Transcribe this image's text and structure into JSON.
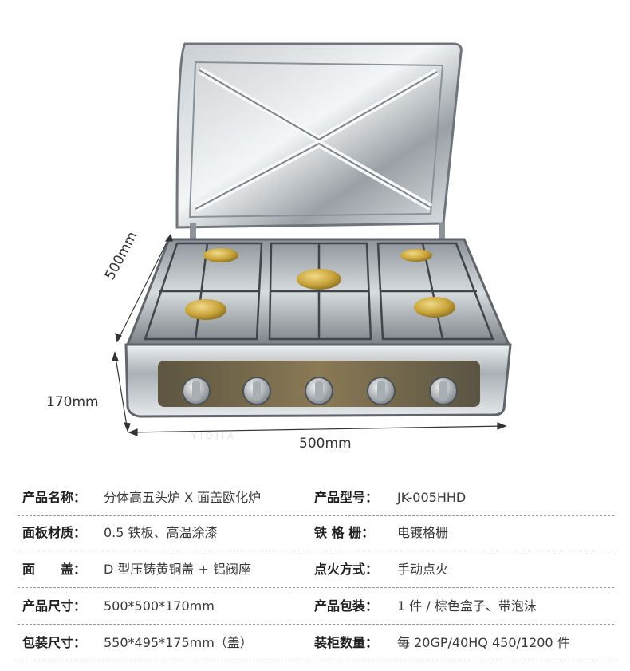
{
  "dimensions": {
    "depth": "500mm",
    "height": "170mm",
    "width": "500mm"
  },
  "watermark": "YIOJIA",
  "specs": [
    {
      "label_left": "产品名称：",
      "value_left": "分体高五头炉 X 面盖欧化炉",
      "label_right": "产品型号：",
      "value_right": "JK-005HHD"
    },
    {
      "label_left": "面板材质：",
      "value_left": "0.5 铁板、高温涂漆",
      "label_right": "铁 格 栅：",
      "value_right": "电镀格栅"
    },
    {
      "label_left": "面　　盖：",
      "value_left": "D 型压铸黄铜盖 + 铝阀座",
      "label_right": "点火方式：",
      "value_right": "手动点火"
    },
    {
      "label_left": "产品尺寸：",
      "value_left": "500*500*170mm",
      "label_right": "产品包装：",
      "value_right": "1 件 / 棕色盒子、带泡沫"
    },
    {
      "label_left": "包装尺寸：",
      "value_left": "550*495*175mm（盖）",
      "label_right": "装柜数量：",
      "value_right": "每 20GP/40HQ 450/1200 件"
    }
  ],
  "colors": {
    "steel_light": "#e9ecee",
    "steel_dark": "#6d7277",
    "brass": "#c9a53a",
    "panel": "#7a6a4a"
  }
}
